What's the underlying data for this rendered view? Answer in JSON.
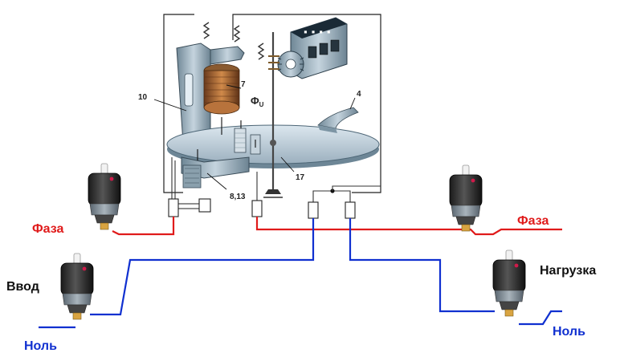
{
  "labels": {
    "phase_left": "Фаза",
    "phase_right": "Фаза",
    "input": "Ввод",
    "load": "Нагрузка",
    "neutral_left": "Ноль",
    "neutral_right": "Ноль"
  },
  "meter_labels": {
    "n10": "10",
    "n7": "7",
    "n4": "4",
    "flux": "Φ",
    "flux_sub": "U",
    "n813": "8,13",
    "n17": "17"
  },
  "colors": {
    "phase_wire": "#e01b1b",
    "neutral_wire": "#1030d0",
    "phase_text": "#e01b1b",
    "neutral_text": "#1030d0",
    "dark_text": "#111111"
  },
  "icons": [
    "fuse-plug-icon",
    "coil-icon",
    "counter-icon",
    "disk-icon",
    "magnet-icon"
  ]
}
